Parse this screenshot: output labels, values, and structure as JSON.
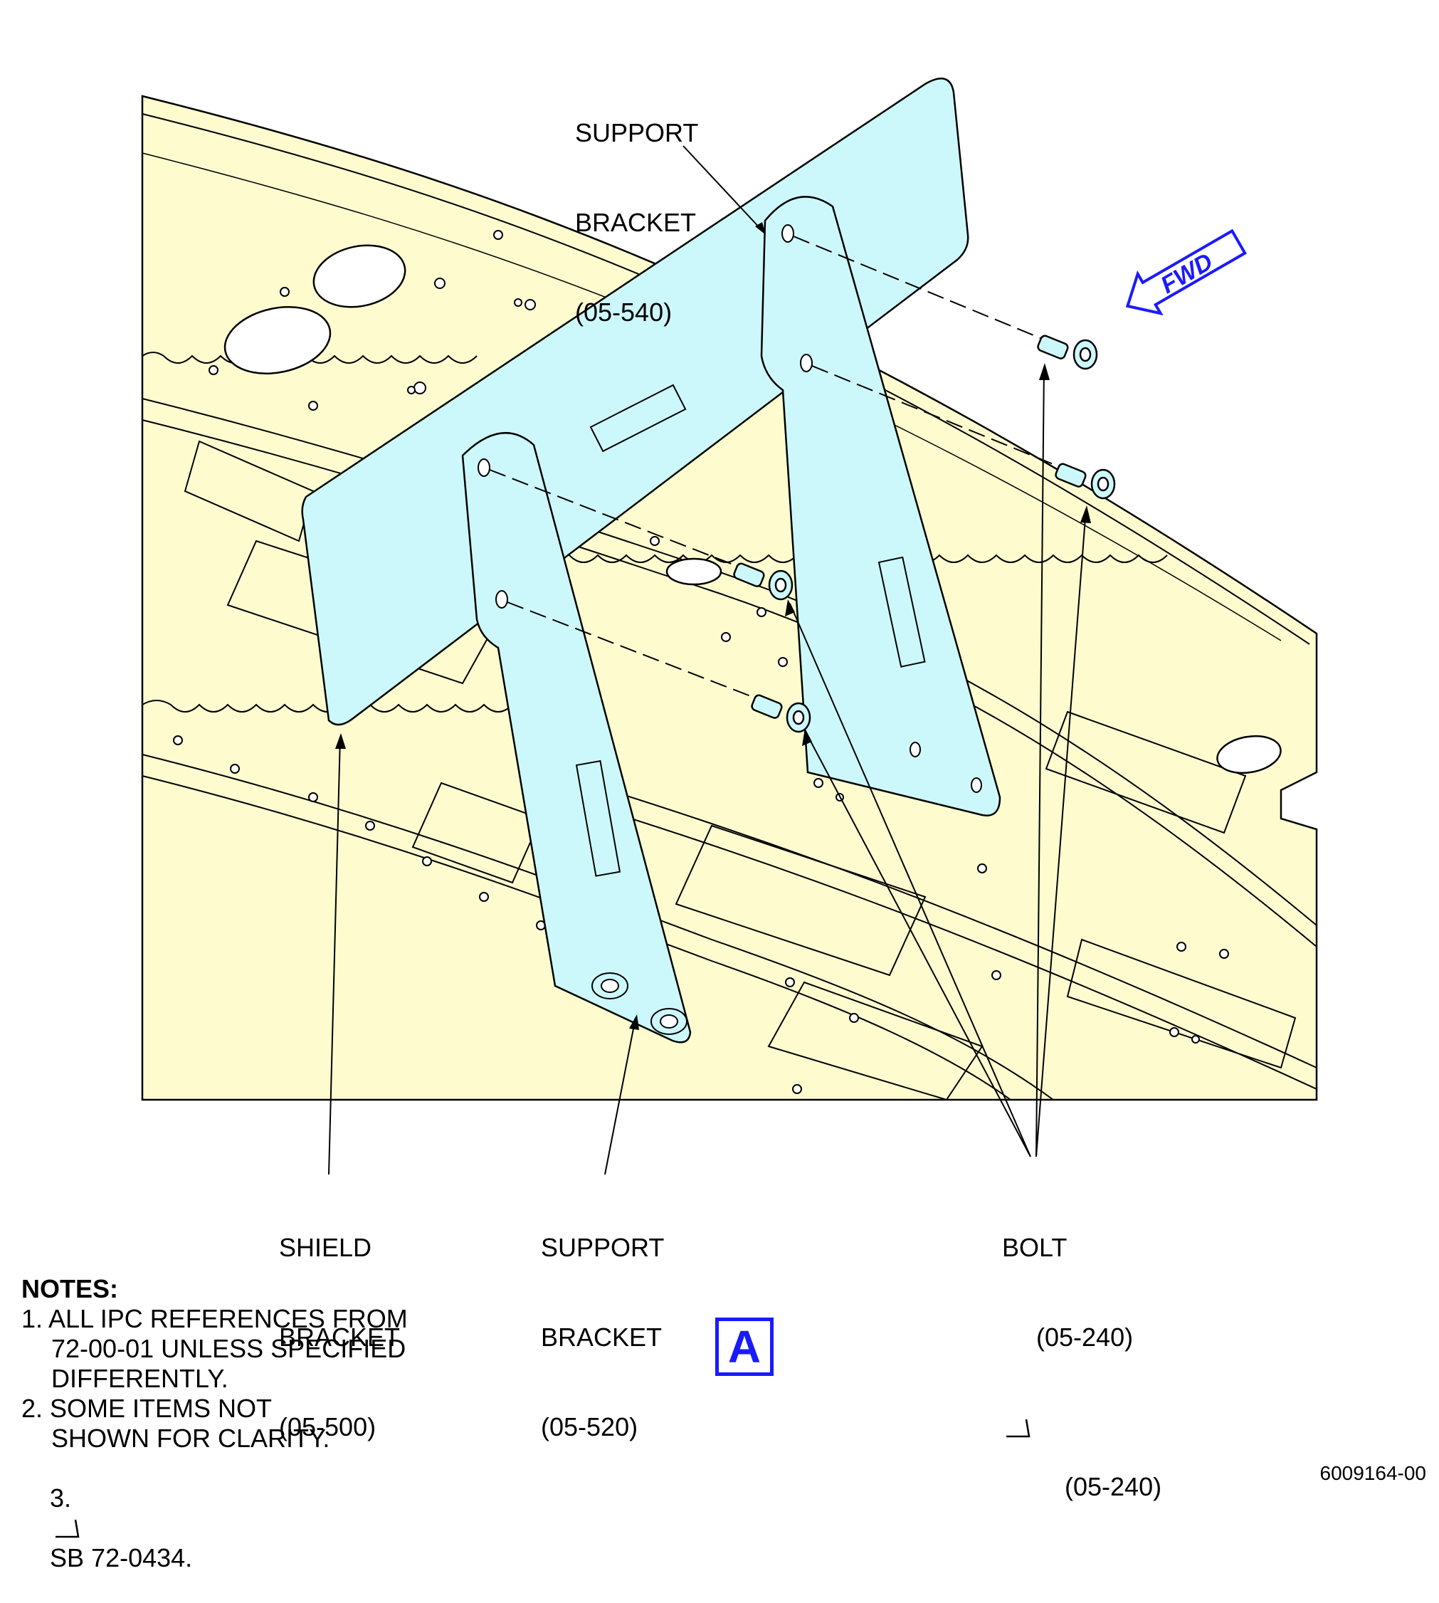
{
  "callouts": {
    "support_bracket_top": {
      "line1": "SUPPORT",
      "line2": "BRACKET",
      "line3": "(05-540)"
    },
    "shield_bracket": {
      "line1": "SHIELD",
      "line2": "BRACKET",
      "line3": "(05-500)"
    },
    "support_bracket_bottom": {
      "line1": "SUPPORT",
      "line2": "BRACKET",
      "line3": "(05-520)"
    },
    "bolt": {
      "line1": "BOLT",
      "line2": "(05-240)",
      "line3": "(05-240)"
    }
  },
  "fwd_arrow": {
    "label": "FWD"
  },
  "notes": {
    "heading": "NOTES:",
    "item1_line1": "1. ALL IPC REFERENCES FROM",
    "item1_line2": "72-00-01 UNLESS SPECIFIED",
    "item1_line3": "DIFFERENTLY.",
    "item2_line1": "2. SOME ITEMS NOT",
    "item2_line2": "SHOWN FOR CLARITY.",
    "item3_prefix": "3.",
    "item3_text": "SB 72-0434."
  },
  "view_label": "A",
  "figure_number": "6009164-00",
  "colors": {
    "panel": "#fefccf",
    "bracket": "#cdf8fb",
    "accent": "#1a1aff",
    "line": "#000000"
  },
  "icons": [
    "fwd-arrow-icon",
    "service-bulletin-flag-icon"
  ]
}
